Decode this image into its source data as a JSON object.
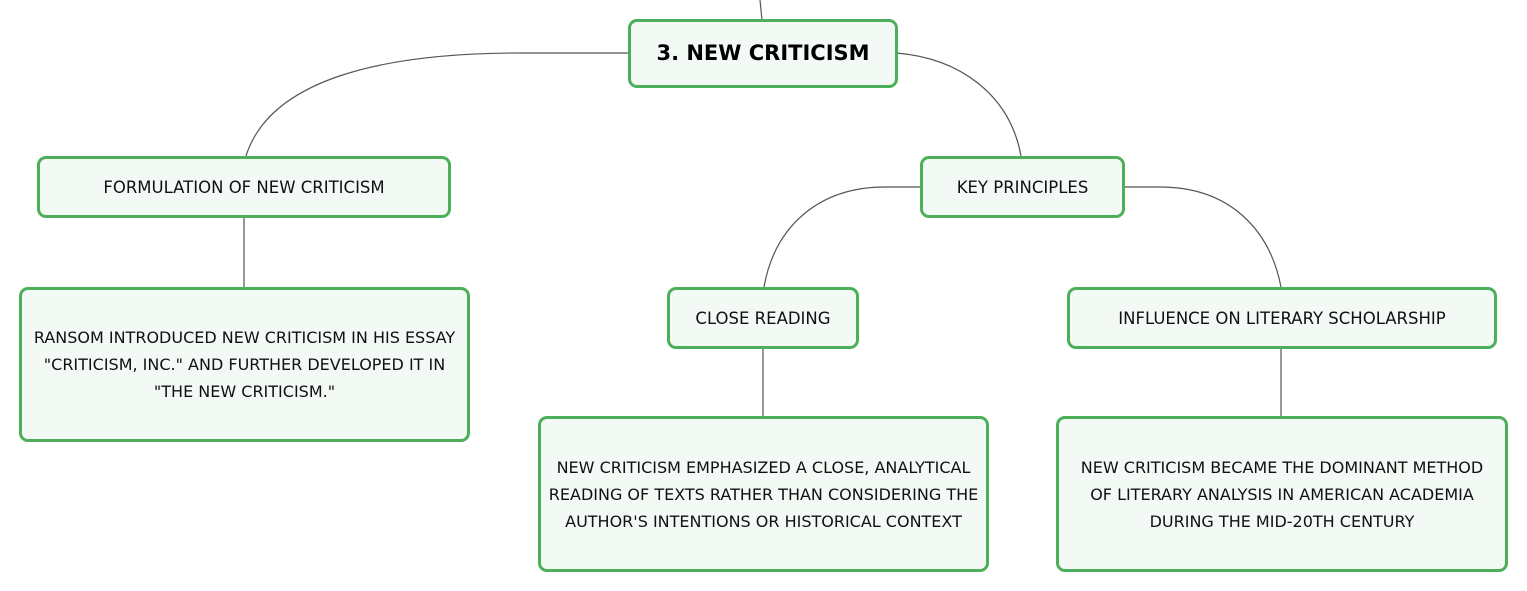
{
  "mindmap": {
    "root": {
      "label": "3. NEW CRITICISM"
    },
    "branches": [
      {
        "label": "FORMULATION OF NEW CRITICISM",
        "detail": "RANSOM INTRODUCED NEW CRITICISM IN HIS ESSAY \"CRITICISM, INC.\" AND FURTHER DEVELOPED IT IN \"THE NEW CRITICISM.\""
      },
      {
        "label": "KEY PRINCIPLES",
        "children": [
          {
            "label": "CLOSE READING",
            "detail": "NEW CRITICISM EMPHASIZED A CLOSE, ANALYTICAL READING OF TEXTS RATHER THAN CONSIDERING THE AUTHOR'S INTENTIONS OR HISTORICAL CONTEXT"
          },
          {
            "label": "INFLUENCE ON LITERARY SCHOLARSHIP",
            "detail": "NEW CRITICISM BECAME THE DOMINANT METHOD OF LITERARY ANALYSIS IN AMERICAN ACADEMIA DURING THE MID-20TH CENTURY"
          }
        ]
      }
    ]
  },
  "colors": {
    "node_border": "#4caf5a",
    "node_fill": "#f3f9f4",
    "connector": "#555555"
  }
}
